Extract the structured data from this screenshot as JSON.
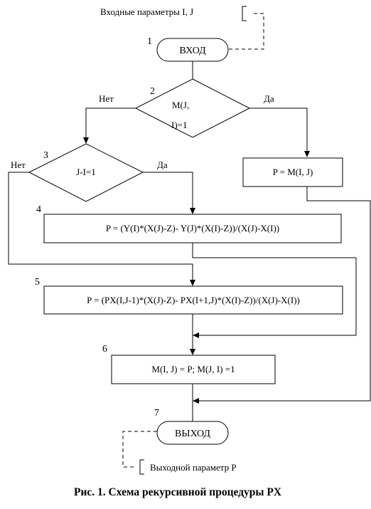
{
  "input_annotation": "Входные параметры  I, J",
  "output_annotation": "Выходной параметр P",
  "caption": "Рис. 1.  Схема рекурсивной процедуры PX",
  "blocks": {
    "start": {
      "number": "1",
      "label": "ВХОД"
    },
    "decision_m": {
      "number": "2",
      "label_line1": "M(J,",
      "label_line2": "I)=1",
      "no": "Нет",
      "yes": "Да"
    },
    "decision_ji": {
      "number": "3",
      "label": "J-I=1",
      "no": "Нет",
      "yes": "Да"
    },
    "assign_m": {
      "label": "P = M(I, J)"
    },
    "calc_y": {
      "number": "4",
      "label": "P = (Y(I)*(X(J)-Z)- Y(J)*(X(I)-Z))/(X(J)-X(I))"
    },
    "calc_px": {
      "number": "5",
      "label": "P = (PX(I,J-1)*(X(J)-Z)- PX(I+1,J)*(X(I)-Z))/(X(J)-X(I))"
    },
    "store": {
      "number": "6",
      "label": "M(I, J) = P;  M(J, I) =1"
    },
    "end": {
      "number": "7",
      "label": "ВЫХОД"
    }
  }
}
